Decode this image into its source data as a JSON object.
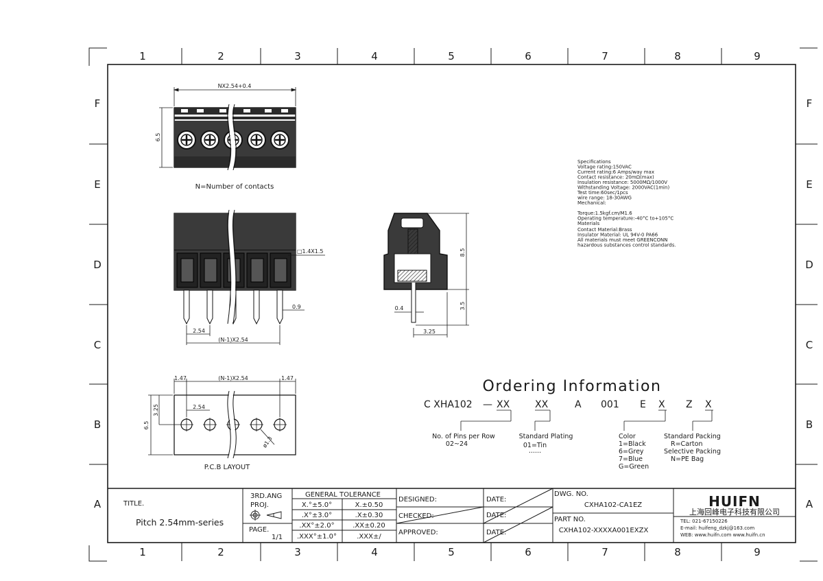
{
  "frame": {
    "col_labels": [
      "1",
      "2",
      "3",
      "4",
      "5",
      "6",
      "7",
      "8",
      "9"
    ],
    "row_labels": [
      "F",
      "E",
      "D",
      "C",
      "B",
      "A"
    ]
  },
  "dimensions": {
    "top_width": "NX2.54+0.4",
    "top_height": "6.5",
    "contacts_note": "N=Number of contacts",
    "square_pin": "□1.4X1.5",
    "pin_offset": "0.9",
    "front_pitch": "2.54",
    "front_span": "(N-1)X2.54",
    "side_height": "8.5",
    "side_pin_len": "3.5",
    "side_pin_w": "0.4",
    "side_depth": "3.25",
    "pcb_left": "1.47",
    "pcb_span": "(N-1)X2.54",
    "pcb_right": "1.47",
    "pcb_pitch": "2.54",
    "pcb_row": "3.25",
    "pcb_height": "6.5",
    "pcb_hole": "ø1.3",
    "pcb_caption": "P.C.B LAYOUT"
  },
  "specifications": [
    "Specifications",
    "Voltage rating:150VAC",
    "Current rating:6 Amps/way max",
    "Contact resistance: 20mΩ(max)",
    "Insulation resistance: 5000MΩ/1000V",
    "Withstanding Voltage: 2000VAC(1min)",
    "Test time:60sec/1pcs",
    "wire range: 18-30AWG",
    "Mechanical:",
    "Torque:1.5kgf.cm/M1.6",
    "Operating temperature:-40°C to+105°C",
    "Materials",
    "Contact Material:Brass",
    "Insulator Material: UL 94V-0 PA66",
    "All materials must meet GREENCONN",
    "hazardous substances control standards."
  ],
  "ordering": {
    "heading": "Ordering Information",
    "code_parts": [
      "C XHA102",
      "—",
      "XX",
      "XX",
      "A",
      "001",
      "E",
      "X",
      "Z",
      "X"
    ],
    "pins_label": "No. of Pins per Row",
    "pins_range": "02~24",
    "plating_label": "Standard Plating",
    "plating_value": "01=Tin",
    "plating_more": "......",
    "color_label": "Color",
    "color_options": [
      "1=Black",
      "6=Grey",
      "7=Blue",
      "G=Green"
    ],
    "packing_label": "Standard Packing",
    "packing_value": "R=Carton",
    "selective_label": "Selective Packing",
    "selective_value": "N=PE Bag"
  },
  "title_block": {
    "title_label": "TITLE.",
    "title_value": "Pitch 2.54mm-series",
    "proj_label_1": "3RD.ANG",
    "proj_label_2": "PROJ.",
    "page_label": "PAGE.",
    "page_value": "1/1",
    "tol_header": "GENERAL TOLERANCE",
    "tol_rows": [
      [
        "X.°±5.0°",
        "X.±0.50"
      ],
      [
        ".X°±3.0°",
        ".X±0.30"
      ],
      [
        ".XX°±2.0°",
        ".XX±0.20"
      ],
      [
        ".XXX°±1.0°",
        ".XXX±/"
      ]
    ],
    "designed_label": "DESIGNED:",
    "checked_label": "CHECKED:",
    "approved_label": "APPROVED:",
    "date_label": "DATE:",
    "dwg_label": "DWG. NO.",
    "dwg_value": "CXHA102-CA1EZ",
    "part_label": "PART NO.",
    "part_value": "CXHA102-XXXXA001EXZX",
    "company_logo": "HUIFN",
    "company_name": "上海回峰电子科技有限公司",
    "company_tel": "TEL: 021-67150226",
    "company_email": "E-mail: huifeng_dzkj@163.com",
    "company_web": "WEB: www.huifn.com  www.huifn.cn"
  },
  "colors": {
    "line": "#1a1a1a",
    "body_fill": "#3a3a3a",
    "background": "#ffffff"
  }
}
